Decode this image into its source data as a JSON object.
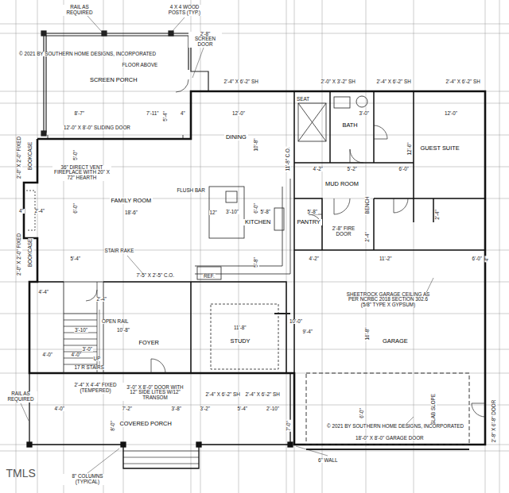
{
  "diagram": {
    "nodes": [
      {
        "text": [
          "SCREEN PORCH"
        ]
      },
      {
        "text": [
          "DINING"
        ]
      },
      {
        "text": [
          "BATH"
        ]
      },
      {
        "text": [
          "GUEST SUITE"
        ]
      },
      {
        "text": [
          "FAMILY ROOM"
        ]
      },
      {
        "text": [
          "MUD ROOM"
        ]
      },
      {
        "text": [
          "KITCHEN"
        ]
      },
      {
        "text": [
          "PANTRY"
        ]
      },
      {
        "text": [
          "FOYER"
        ]
      },
      {
        "text": [
          "STUDY"
        ]
      },
      {
        "text": [
          "GARAGE"
        ]
      },
      {
        "text": [
          "COVERED PORCH"
        ]
      }
    ],
    "labels": [
      "RAIL AS REQUIRED",
      "4 X 4 WOOD POSTS (TYP.)",
      "© 2021 BY SOUTHERN HOME DESIGNS, INCORPORATED",
      "2'-8\" SCREEN DOOR",
      "FLOOR ABOVE",
      "8'-7\"",
      "7'-11\"",
      "5'-4\"",
      "4\"",
      "12'-0\" X 8'-0\" SLIDING DOOR",
      "2'-4\" X 6'-2\" SH",
      "12'-0\"",
      "10'-8\"",
      "5'-0\"",
      "36\" DIRECT VENT FIREPLACE WITH 20\" X 72\" HEARTH",
      "BOOKCASE",
      "2'-0\" X 2'-0\" FIXED",
      "4\"",
      "2'-4\"",
      "6'-0\"",
      "18'-6\"",
      "BOOKCASE",
      "2'-0\" X 2'-0\" FIXED",
      "5'-4\"",
      "FLUSH BAR",
      "12\"",
      "3'-10\"",
      "5'-8\"",
      "11'-8\" C.O.",
      "STAIR RAKE",
      "7'-5\" X 2'-5\" C.O.",
      "REF.",
      "5'-8\"",
      "SEAT",
      "2'-0\" X 3'-2\" SH",
      "2'-4\" X 6'-2\" SH",
      "2'-4\" X 6'-2\" SH",
      "3'-0\"",
      "12'-0\"",
      "12'-6\"",
      "4'-2\"",
      "5'-2\"",
      "6'-0\"",
      "BENCH",
      "5'-8\"",
      "2'-8\" FIRE DOOR",
      "2'-4\"",
      "2'-4\"",
      "4'-2\"",
      "11'-2\"",
      "6'-0\"",
      "SHEETROCK GARAGE CEILING AS PER NCRBC 2018 SECTION 302.6 (5/8\" TYPE X GYPSUM)",
      "16'-8\"",
      "SLAB SLOPE",
      "6'-0\"",
      "2'-8\" X 6'-8\" DOOR",
      "© 2021 BY SOUTHERN HOME DESIGNS, INCORPORATED",
      "18'-0\" X 8'-0\" GARAGE DOOR",
      "6\" WALL",
      "4'-4\"",
      "2'-4\"",
      "OPEN RAIL",
      "10'-8\"",
      "3'-10\"",
      "11'-8\"",
      "10'-0\"",
      "9'-4\"",
      "4'-0\"",
      "4'-0\"",
      "3'-0\"",
      "UP",
      "17 R STAIRS",
      "2'-4\" X 4'-4\" FIXED (TEMPERED)",
      "3'-0\" X 8'-0\" DOOR WITH 12\" SIDE LITES W/12\" TRANSOM",
      "2'-4\" X 6'-2\" SH",
      "2'-4\" X 6'-2\" SH",
      "RAIL AS REQUIRED",
      "4'-0\"",
      "7'-2\"",
      "3'-8\"",
      "3'-2\"",
      "5'-4\"",
      "2'-10\"",
      "8'-0\"",
      "7'-0\"",
      "8\" COLUMNS (TYPICAL)",
      "TMLS",
      "6'-0\"",
      "4\""
    ]
  }
}
